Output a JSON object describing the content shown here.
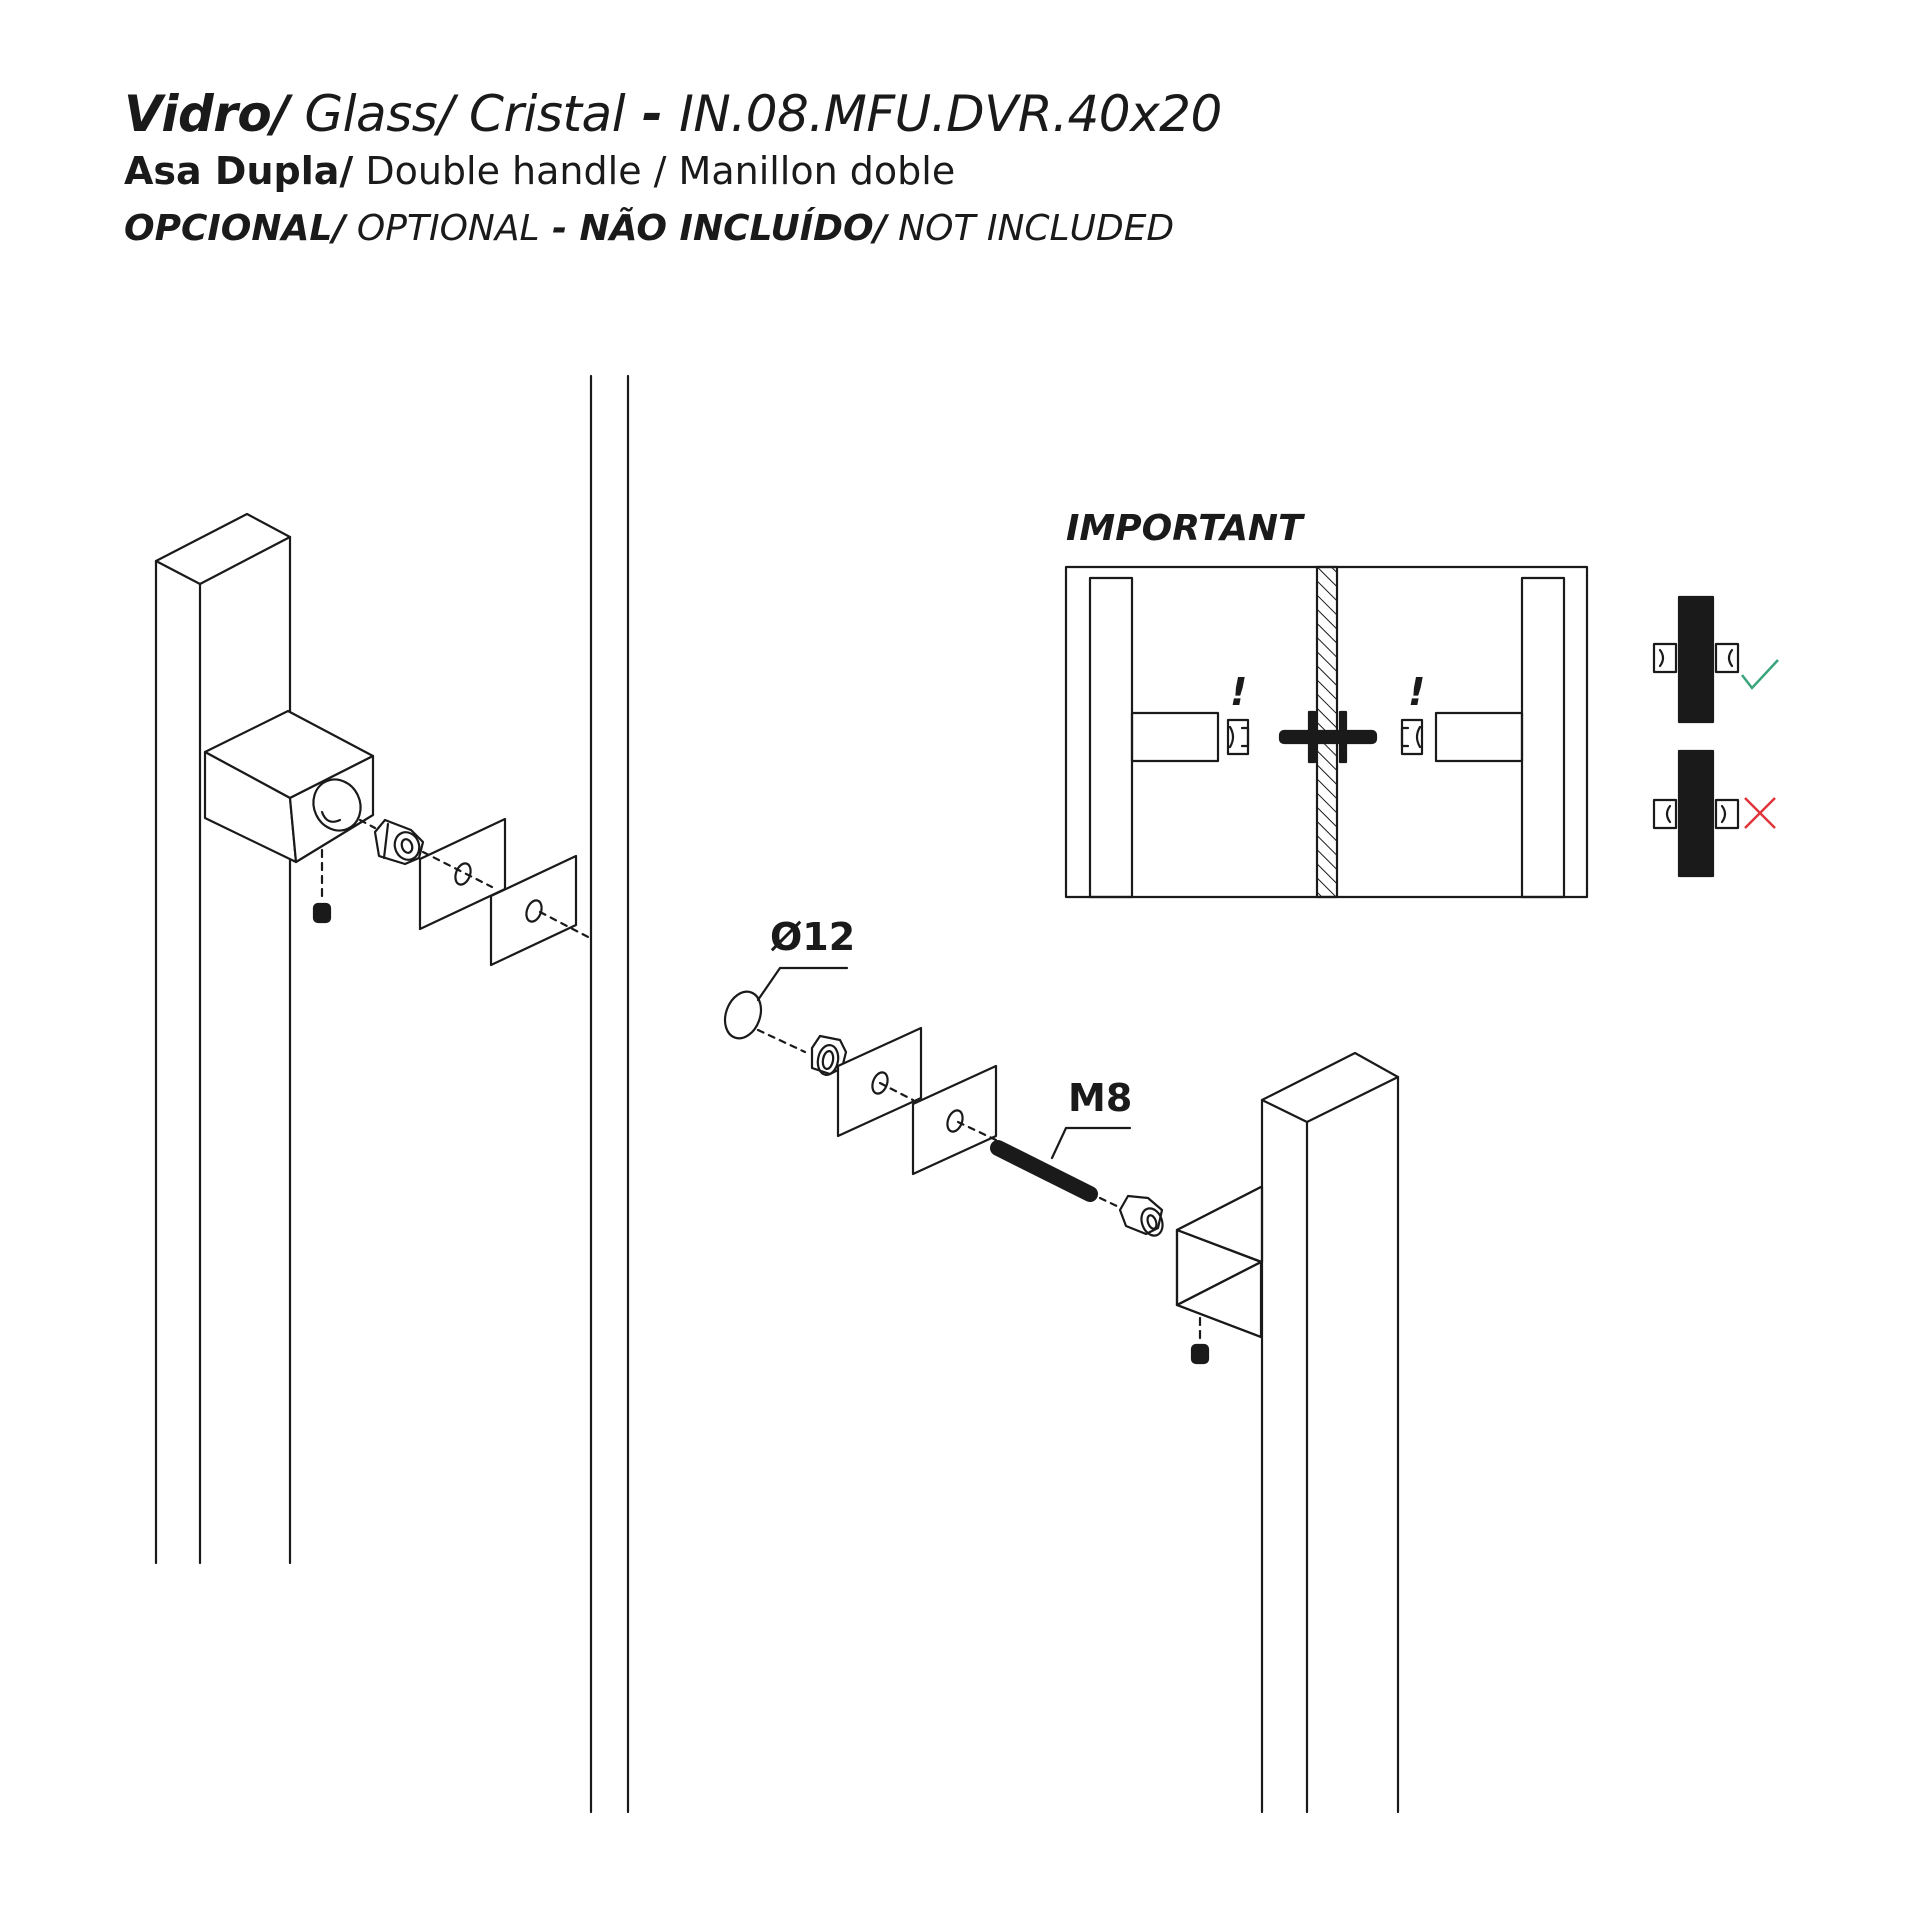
{
  "header": {
    "title_bold": "Vidro/",
    "title_rest": " Glass/ Cristal",
    "title_sep": " - ",
    "title_code": "IN.08.MFU.DVR.40x20",
    "subtitle_bold": "Asa  Dupla/",
    "subtitle_rest": " Double handle / Manillon doble",
    "note_bold1": "OPCIONAL/",
    "note_rest1": " OPTIONAL",
    "note_bold2": " - NÃO INCLUÍDO/",
    "note_rest2": " NOT INCLUDED"
  },
  "labels": {
    "important": "IMPORTANT",
    "diameter": "Ø12",
    "thread": "M8",
    "warning_left": "!",
    "warning_right": "!"
  },
  "icons": {
    "correct": "check-icon",
    "incorrect": "cross-icon"
  },
  "colors": {
    "line": "#1a1a1a",
    "correct": "#3aa57a",
    "incorrect": "#e0343a",
    "hatch": "#1a1a1a"
  }
}
